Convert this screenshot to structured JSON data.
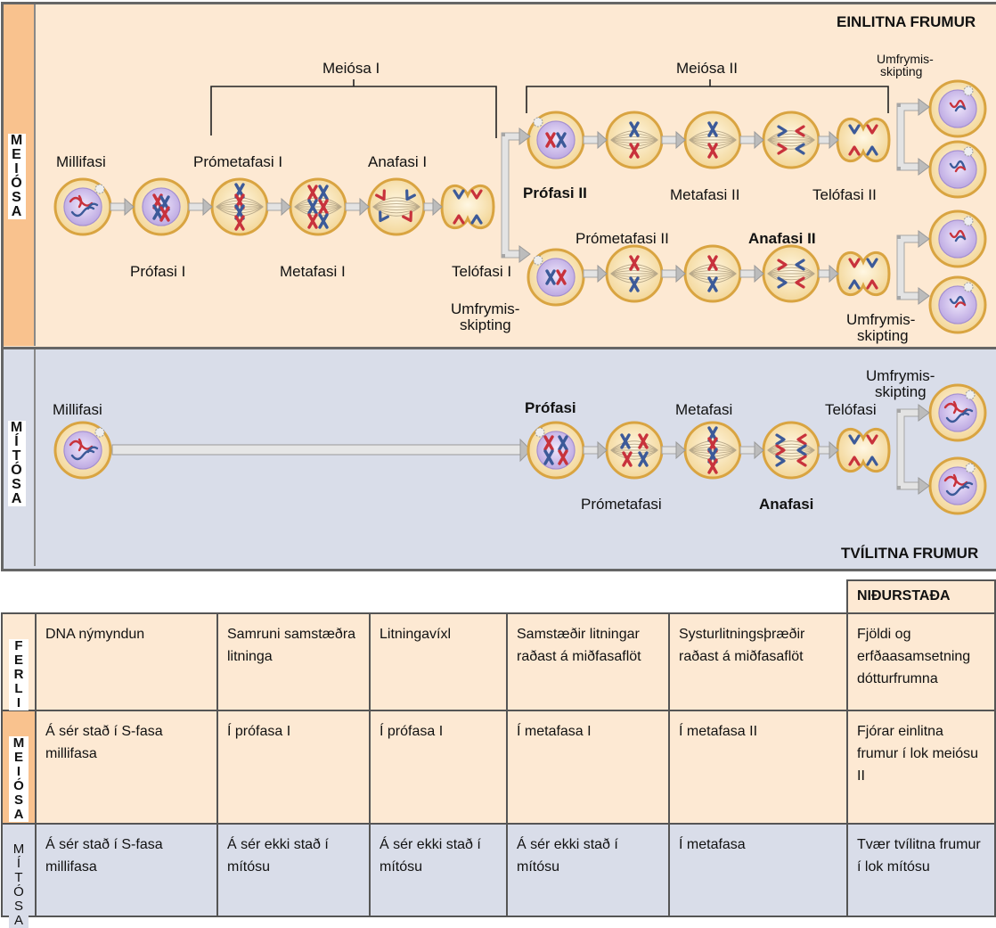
{
  "meiosis_panel": {
    "side_label": "MEIÓSA",
    "corner_label": "EINLITNA FRUMUR",
    "bracket_meiosis_1": "Meiósa I",
    "bracket_meiosis_2": "Meiósa II",
    "stage_labels": {
      "interphase": "Millifasi",
      "prophase1": "Prófasi I",
      "prometaphase1": "Prómetafasi I",
      "metaphase1": "Metafasi I",
      "anaphase1": "Anafasi I",
      "telophase1": "Telófasi I",
      "cytokinesis1_a": "Umfrymis-",
      "cytokinesis1_b": "skipting",
      "prophase2": "Prófasi II",
      "metaphase2": "Metafasi II",
      "telophase2": "Telófasi II",
      "cytokinesis2_top_a": "Umfrymis-",
      "cytokinesis2_top_b": "skipting",
      "prometaphase2": "Prómetafasi II",
      "anaphase2": "Anafasi II",
      "cytokinesis2_bottom_a": "Umfrymis-",
      "cytokinesis2_bottom_b": "skipting"
    }
  },
  "mitosis_panel": {
    "side_label": "MÍTÓSA",
    "corner_label": "TVÍLITNA FRUMUR",
    "stage_labels": {
      "interphase": "Millifasi",
      "prophase": "Prófasi",
      "prometaphase": "Prómetafasi",
      "metaphase": "Metafasi",
      "anaphase": "Anafasi",
      "telophase": "Telófasi",
      "cytokinesis_a": "Umfrymis-",
      "cytokinesis_b": "skipting"
    }
  },
  "summary_table": {
    "result_header": "NIÐURSTAÐA",
    "row_labels": {
      "process": "FERLI",
      "meiosis": "MEIÓSA",
      "mitosis": "MÍTÓSA"
    },
    "process_row": [
      "DNA nýmyndun",
      "Samruni samstæðra litninga",
      "Litningavíxl",
      "Samstæðir litningar raðast á miðfasaflöt",
      "Systurlitningsþræðir raðast á miðfasaflöt",
      "Fjöldi og erfðaasamsetning dótturfrumna"
    ],
    "meiosis_row": [
      "Á sér stað í S-fasa millifasa",
      "Í prófasa I",
      "Í prófasa I",
      "Í metafasa I",
      "Í metafasa II",
      "Fjórar einlitna frumur í lok meiósu II"
    ],
    "mitosis_row": [
      "Á sér stað í S-fasa millifasa",
      "Á sér ekki stað í mítósu",
      "Á sér ekki stað í mítósu",
      "Á sér ekki stað í mítósu",
      "Í metafasa",
      "Tvær tvílitna frumur í lok mítósu"
    ]
  },
  "colors": {
    "meiosis_bg": "#fde9d3",
    "mitosis_bg": "#d9dde9",
    "border": "#666666",
    "cell_fill": "#f7e3b8",
    "cell_ring": "#d9a441",
    "nucleus": "#c9b8e6",
    "chromosome_red": "#c8323c",
    "chromosome_blue": "#3c5a99",
    "arrow": "#b8b8b8"
  }
}
